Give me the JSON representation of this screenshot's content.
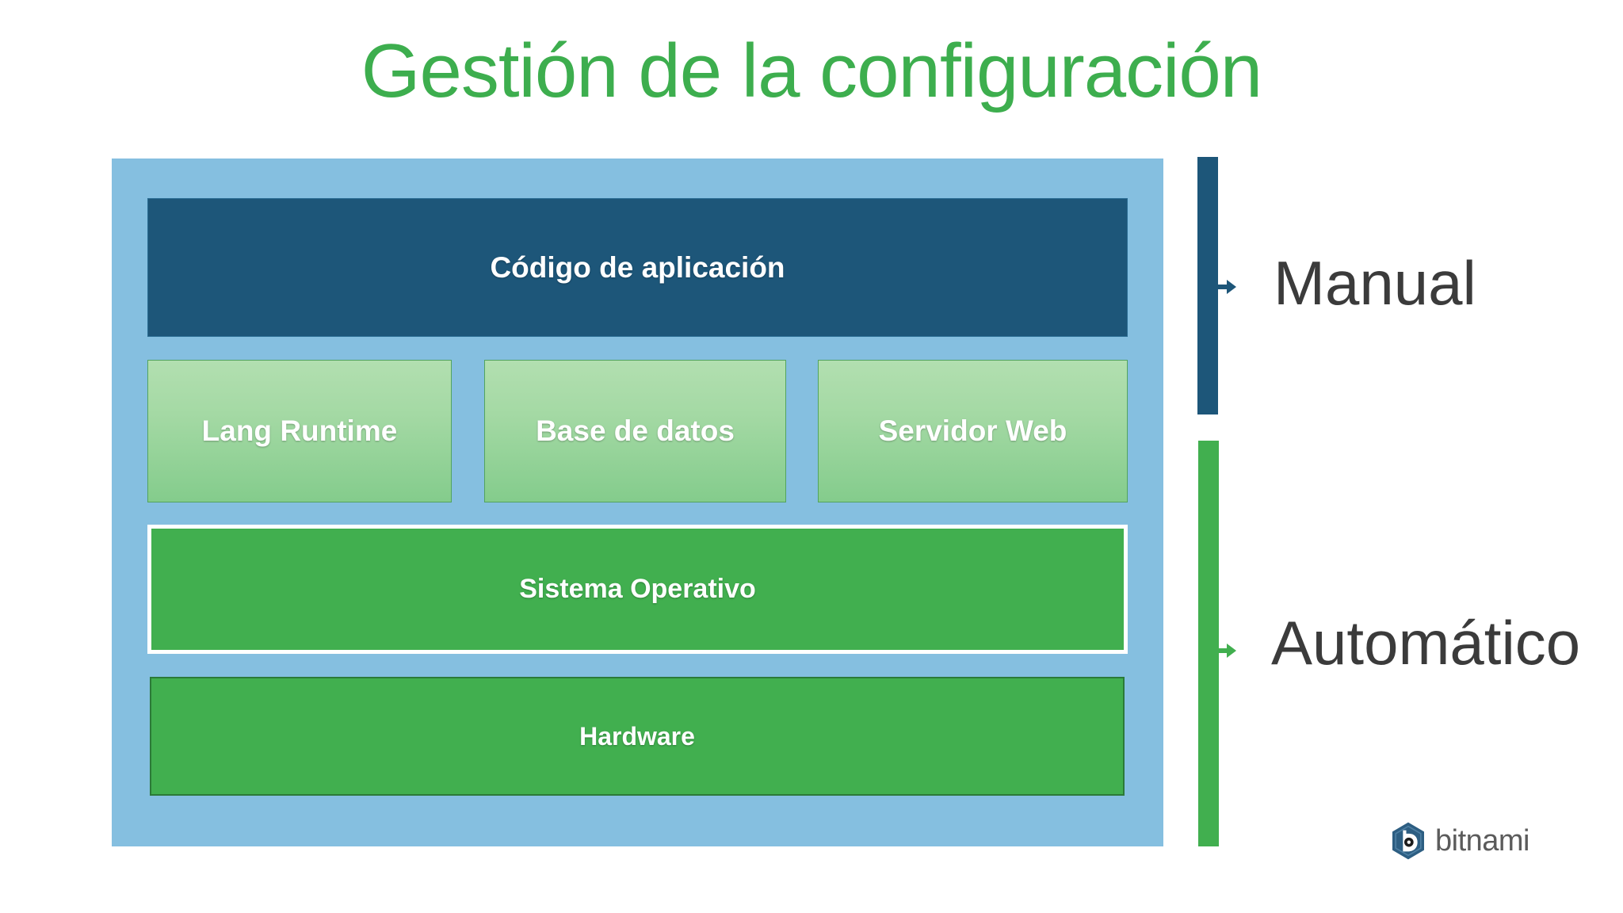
{
  "slide": {
    "title": "Gestión de la configuración",
    "title_color": "#3DAE4E",
    "background_color": "#FFFFFF"
  },
  "stack": {
    "container_color": "#85BFE0",
    "layers": [
      {
        "id": "app-code",
        "label": "Código de aplicación",
        "color": "#1D5679",
        "row": 1
      },
      {
        "id": "lang-runtime",
        "label": "Lang Runtime",
        "color": "#A4D9A4",
        "row": 2
      },
      {
        "id": "database",
        "label": "Base de datos",
        "color": "#A4D9A4",
        "row": 2
      },
      {
        "id": "web-server",
        "label": "Servidor Web",
        "color": "#A4D9A4",
        "row": 2
      },
      {
        "id": "operating-system",
        "label": "Sistema Operativo",
        "color": "#41AF4F",
        "row": 3
      },
      {
        "id": "hardware",
        "label": "Hardware",
        "color": "#41AF4F",
        "row": 4
      }
    ]
  },
  "brackets": [
    {
      "id": "manual",
      "label": "Manual",
      "color": "#1D5679",
      "covers": [
        "app-code"
      ]
    },
    {
      "id": "automatico",
      "label": "Automático",
      "color": "#41AF4F",
      "covers": [
        "lang-runtime",
        "database",
        "web-server",
        "operating-system",
        "hardware"
      ]
    }
  ],
  "branding": {
    "name": "bitnami",
    "mark_color": "#2D5E82",
    "wordmark_color": "#5B5B5B"
  }
}
